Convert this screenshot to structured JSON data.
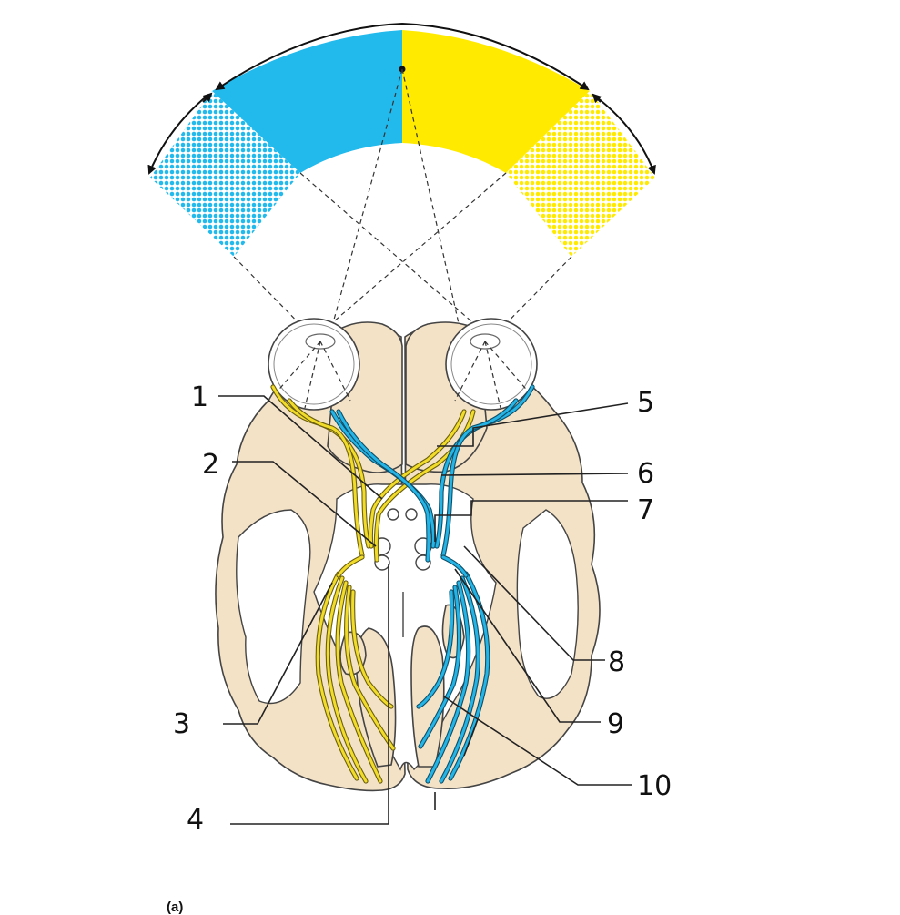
{
  "figure": {
    "caption": "(a)",
    "labels": [
      "1",
      "2",
      "3",
      "4",
      "5",
      "6",
      "7",
      "8",
      "9",
      "10"
    ]
  },
  "colors": {
    "left_visual_field": "#22b9ec",
    "right_visual_field": "#ffea00",
    "left_pathway": "#25b4e6",
    "right_pathway": "#f2dc2a",
    "brain_tissue": "#f4e2c6"
  }
}
